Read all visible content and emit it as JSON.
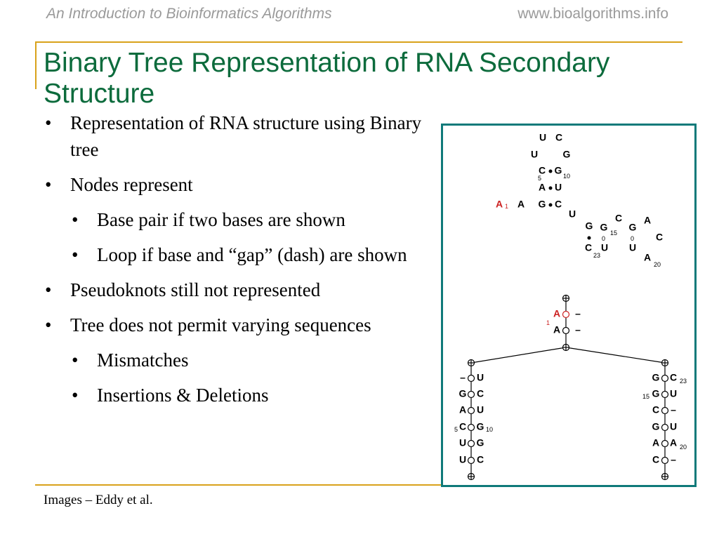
{
  "header": {
    "left": "An Introduction to Bioinformatics Algorithms",
    "right": "www.bioalgorithms.info"
  },
  "title": "Binary Tree Representation of RNA Secondary Structure",
  "bullets": [
    {
      "level": 1,
      "text": "Representation of  RNA structure using Binary tree"
    },
    {
      "level": 1,
      "text": "Nodes represent"
    },
    {
      "level": 2,
      "text": "Base pair if two bases are shown"
    },
    {
      "level": 2,
      "text": "Loop if base and “gap” (dash) are shown"
    },
    {
      "level": 1,
      "text": "Pseudoknots still not represented"
    },
    {
      "level": 1,
      "text": "Tree does not permit varying sequences"
    },
    {
      "level": 2,
      "text": "Mismatches"
    },
    {
      "level": 2,
      "text": "Insertions & Deletions"
    }
  ],
  "footer": "Images – Eddy et al.",
  "figure": {
    "structure": {
      "loop_top": [
        "U",
        "C"
      ],
      "loop_mid": [
        "U",
        "G"
      ],
      "stem": [
        [
          "C",
          "G"
        ],
        [
          "A",
          "U"
        ],
        [
          "G",
          "C"
        ]
      ],
      "unpaired_5p": [
        "A",
        "A"
      ],
      "bulge": "U",
      "hairpin2": [
        "G",
        "G",
        "C",
        "G",
        "A",
        "C",
        "C",
        "U",
        "U",
        "A"
      ],
      "numbers": [
        "5",
        "10",
        "1",
        "15",
        "0",
        "0",
        "23",
        "20"
      ]
    },
    "tree": {
      "root_pairs": [
        [
          "A",
          "–"
        ],
        [
          "A",
          "–"
        ]
      ],
      "root_number": "1",
      "left_pairs": [
        [
          "–",
          "U"
        ],
        [
          "G",
          "C"
        ],
        [
          "A",
          "U"
        ],
        [
          "C",
          "G"
        ],
        [
          "U",
          "G"
        ],
        [
          "U",
          "C"
        ]
      ],
      "left_numbers": [
        "5",
        "10"
      ],
      "right_pairs": [
        [
          "G",
          "C"
        ],
        [
          "G",
          "U"
        ],
        [
          "C",
          "–"
        ],
        [
          "G",
          "U"
        ],
        [
          "A",
          "A"
        ],
        [
          "C",
          "–"
        ]
      ],
      "right_numbers": [
        "23",
        "15",
        "20"
      ]
    }
  }
}
